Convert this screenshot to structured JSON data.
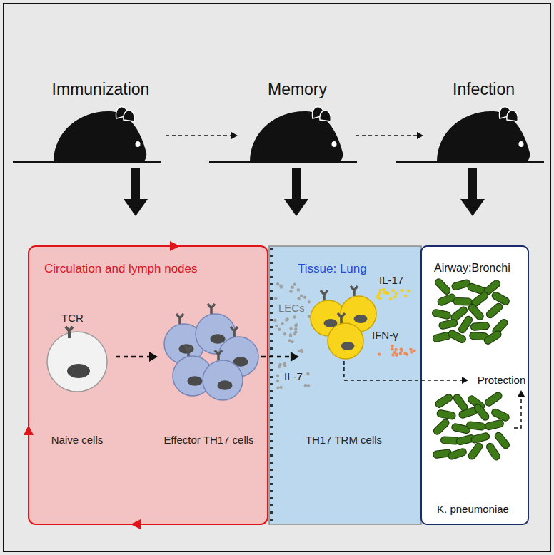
{
  "diagram": {
    "nodes": [
      {
        "text": [
          "Immunization"
        ]
      },
      {
        "text": [
          "Memory"
        ]
      },
      {
        "text": [
          "Infection"
        ]
      },
      {
        "text": [
          "Circulation and lymph nodes"
        ]
      },
      {
        "text": [
          "Naive cells"
        ],
        "in": 3
      },
      {
        "text": [
          "Effector TH17 cells"
        ],
        "in": 3
      },
      {
        "text": [
          "Tissue: Lung"
        ]
      },
      {
        "text": [
          "TH17 TRM cells"
        ],
        "in": 6
      },
      {
        "text": [
          "Airway:Bronchi"
        ]
      },
      {
        "text": [
          "Protection"
        ],
        "in": 8
      },
      {
        "text": [
          "K. pneumoniae"
        ],
        "in": 8
      }
    ],
    "edges": [
      {
        "from": 0,
        "to": 1,
        "arrow": "to"
      },
      {
        "from": 1,
        "to": 2,
        "arrow": "to"
      },
      {
        "from": 0,
        "to": 3,
        "arrow": "to"
      },
      {
        "from": 1,
        "to": 6,
        "arrow": "to"
      },
      {
        "from": 2,
        "to": 8,
        "arrow": "to"
      },
      {
        "from": 4,
        "to": 5,
        "arrow": "to"
      },
      {
        "from": 5,
        "to": 7,
        "arrow": "to"
      },
      {
        "from": 7,
        "to": 9,
        "arrow": "to"
      },
      {
        "from": 10,
        "to": 9,
        "arrow": "to"
      }
    ],
    "labels": [
      "TCR",
      "LECs",
      "IL-7",
      "IL-17",
      "IFN-γ"
    ]
  }
}
